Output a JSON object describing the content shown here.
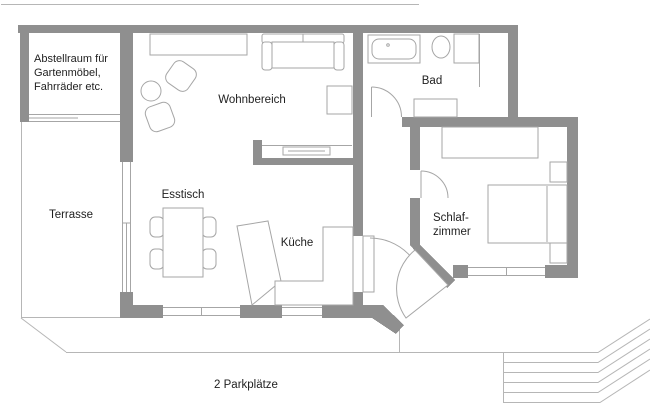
{
  "meta": {
    "type": "apartment-floor-plan"
  },
  "colors": {
    "wall": "#8f8f8f",
    "furniture_line": "#a6a6a6",
    "thin_line": "#b6b6b6",
    "text": "#1f1f1f",
    "background": "#ffffff"
  },
  "labels": {
    "storage": [
      "Abstellraum für",
      "Gartenmöbel,",
      "Fahrräder etc."
    ],
    "terrace": "Terrasse",
    "living": "Wohnbereich",
    "dining": "Esstisch",
    "kitchen": "Küche",
    "bath": "Bad",
    "bedroom": [
      "Schlaf-",
      "zimmer"
    ],
    "parking": "2 Parkplätze"
  },
  "furniture_symbols": [
    "sideboard",
    "sofa",
    "side-table",
    "coffee-table",
    "armchair",
    "tv-lowboard",
    "dining-table",
    "dining-chair",
    "kitchen-counter",
    "kitchen-island",
    "bathtub",
    "toilet",
    "shower",
    "washbasin",
    "wardrobe",
    "double-bed",
    "nightstand",
    "exterior-stairs"
  ]
}
